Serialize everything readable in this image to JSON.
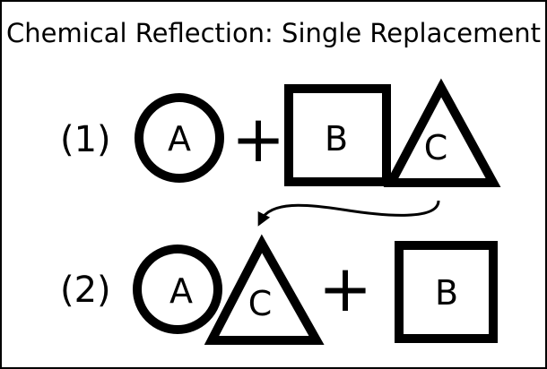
{
  "title": "Chemical Reflection: Single Replacement",
  "ink_color": "#000000",
  "background_color": "#ffffff",
  "step1": {
    "label": "(1)",
    "circle_letter": "A",
    "plus": "+",
    "square_letter": "B",
    "triangle_letter": "C"
  },
  "step2": {
    "label": "(2)",
    "circle_letter": "A",
    "triangle_letter": "C",
    "plus": "+",
    "square_letter": "B"
  }
}
